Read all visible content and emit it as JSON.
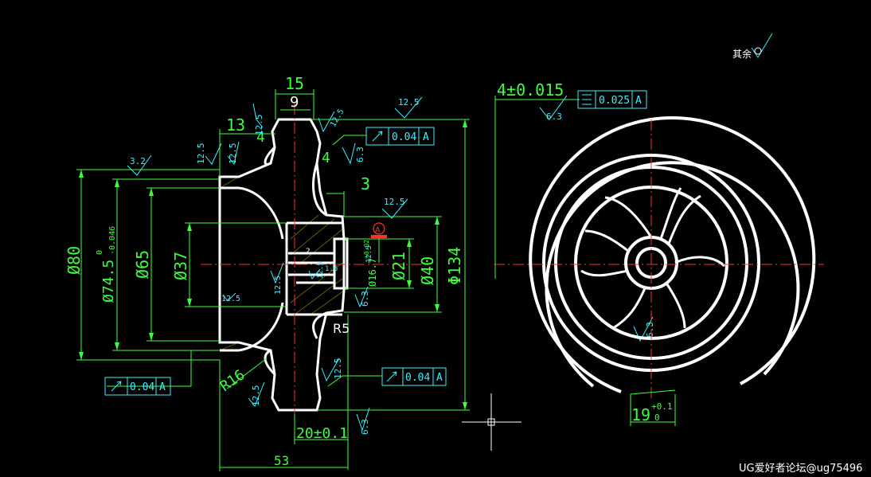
{
  "colors": {
    "background": "#000000",
    "geometry": "#ffffff",
    "dimension": "#3cff3c",
    "annotation": "#3cf0ff",
    "centerline": "#ff3030",
    "hatch": "#ffff00"
  },
  "surface_note": "其余",
  "dimensions": {
    "d15": "15",
    "d9": "9",
    "d13": "13",
    "d4a": "4",
    "d4b": "4",
    "d3": "3",
    "dia80": "Ø80",
    "dia74_base": "Ø74.5",
    "dia74_tol_top": "0",
    "dia74_tol_bot": "-0.046",
    "dia65": "Ø65",
    "dia37": "Ø37",
    "dia16": "Ø16.7",
    "dia16_tol": "+0.02",
    "dia21": "Ø21",
    "dia40": "Ø40",
    "dia134": "Φ134",
    "r16": "R16",
    "r5": "R5",
    "d20": "20±0.1",
    "d53": "53",
    "d4_015": "4±0.015",
    "d19": "19",
    "d19_tol_top": "+0.1",
    "d19_tol_bot": "0",
    "d2": "2"
  },
  "roughness": {
    "r32": "3.2",
    "r125_a": "12.5",
    "r125_b": "12.5",
    "r125_c": "12.5",
    "r125_d": "12.5",
    "r125_e": "12.5",
    "r125_f": "12.5",
    "r125_g": "12.5",
    "r125_h": "12.5",
    "r125_i": "12.5",
    "r125_j": "12.5",
    "r125_k": "12.5",
    "r125_l": "12.5",
    "r63_a": "6.3",
    "r63_b": "6.3",
    "r63_c": "6.3",
    "r63_d": "6.3",
    "r63_e": "6.3",
    "r16_small": "1.6"
  },
  "tolerance_frames": {
    "runout_top": {
      "value": "0.04",
      "datum": "A"
    },
    "runout_left": {
      "value": "0.04",
      "datum": "A"
    },
    "runout_bottom": {
      "value": "0.04",
      "datum": "A"
    },
    "symmetry": {
      "value": "0.025",
      "datum": "A"
    }
  },
  "datum_label": "A",
  "watermark": "UG爱好者论坛@ug75496"
}
